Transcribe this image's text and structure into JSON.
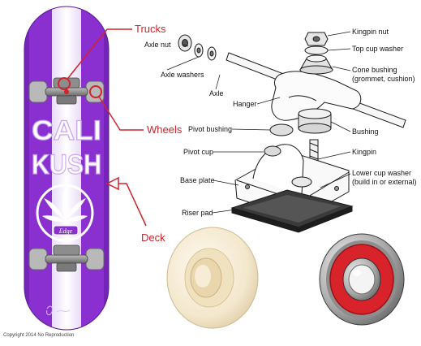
{
  "callouts": {
    "trucks": "Trucks",
    "wheels": "Wheels",
    "deck": "Deck"
  },
  "deck": {
    "brand_line1": "CALI",
    "brand_line2": "KUSH",
    "script_logo": "Edge",
    "primary_color": "#8a2fd0",
    "stripe_color": "#f3ecfb"
  },
  "truck_parts": {
    "axle_nut": "Axle nut",
    "axle_washers": "Axle washers",
    "axle": "Axle",
    "hanger": "Hanger",
    "pivot_bushing": "Pivot bushing",
    "pivot_cup": "Pivot cup",
    "base_plate": "Base plate",
    "riser_pad": "Riser pad",
    "kingpin_nut": "Kingpin nut",
    "top_cup_washer": "Top cup washer",
    "cone_bushing": "Cone bushing",
    "cone_bushing_note": "(grommet, cushion)",
    "bushing": "Bushing",
    "kingpin": "Kingpin",
    "lower_cup_washer": "Lower cup washer",
    "lower_cup_washer_note": "(build in or external)"
  },
  "colors": {
    "callout": "#d2232a",
    "wheel": "#f4ead2",
    "bearing_seal": "#d8232a"
  },
  "copyright": "Copyright 2014 No Reproduction"
}
